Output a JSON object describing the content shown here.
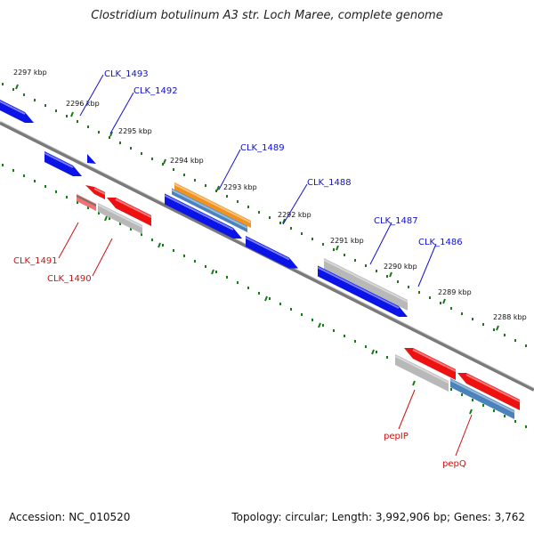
{
  "title": "Clostridium botulinum A3 str. Loch Maree, complete genome",
  "footer": {
    "accession": "Accession: NC_010520",
    "summary": "Topology: circular; Length: 3,992,906 bp; Genes: 3,762"
  },
  "colors": {
    "forward_cds": "#0a14e6",
    "reverse_cds": "#ee1111",
    "pseudo_gray": "#b8b8b8",
    "steelblue": "#4a82bc",
    "orange": "#f0921c",
    "tick_green": "#1a7a1a",
    "backbone": "#7a7a7a",
    "label_blue": "#1111cc",
    "label_red": "#cc1111"
  },
  "kbp_ticks": [
    "2297 kbp",
    "2296 kbp",
    "2295 kbp",
    "2294 kbp",
    "2293 kbp",
    "2292 kbp",
    "2291 kbp",
    "2290 kbp",
    "2289 kbp",
    "2288 kbp"
  ],
  "top_labels": [
    "CLK_1493",
    "CLK_1492",
    "CLK_1489",
    "CLK_1488",
    "CLK_1487",
    "CLK_1486"
  ],
  "bottom_labels": [
    "CLK_1491",
    "CLK_1490",
    "pepIP",
    "pepQ"
  ]
}
